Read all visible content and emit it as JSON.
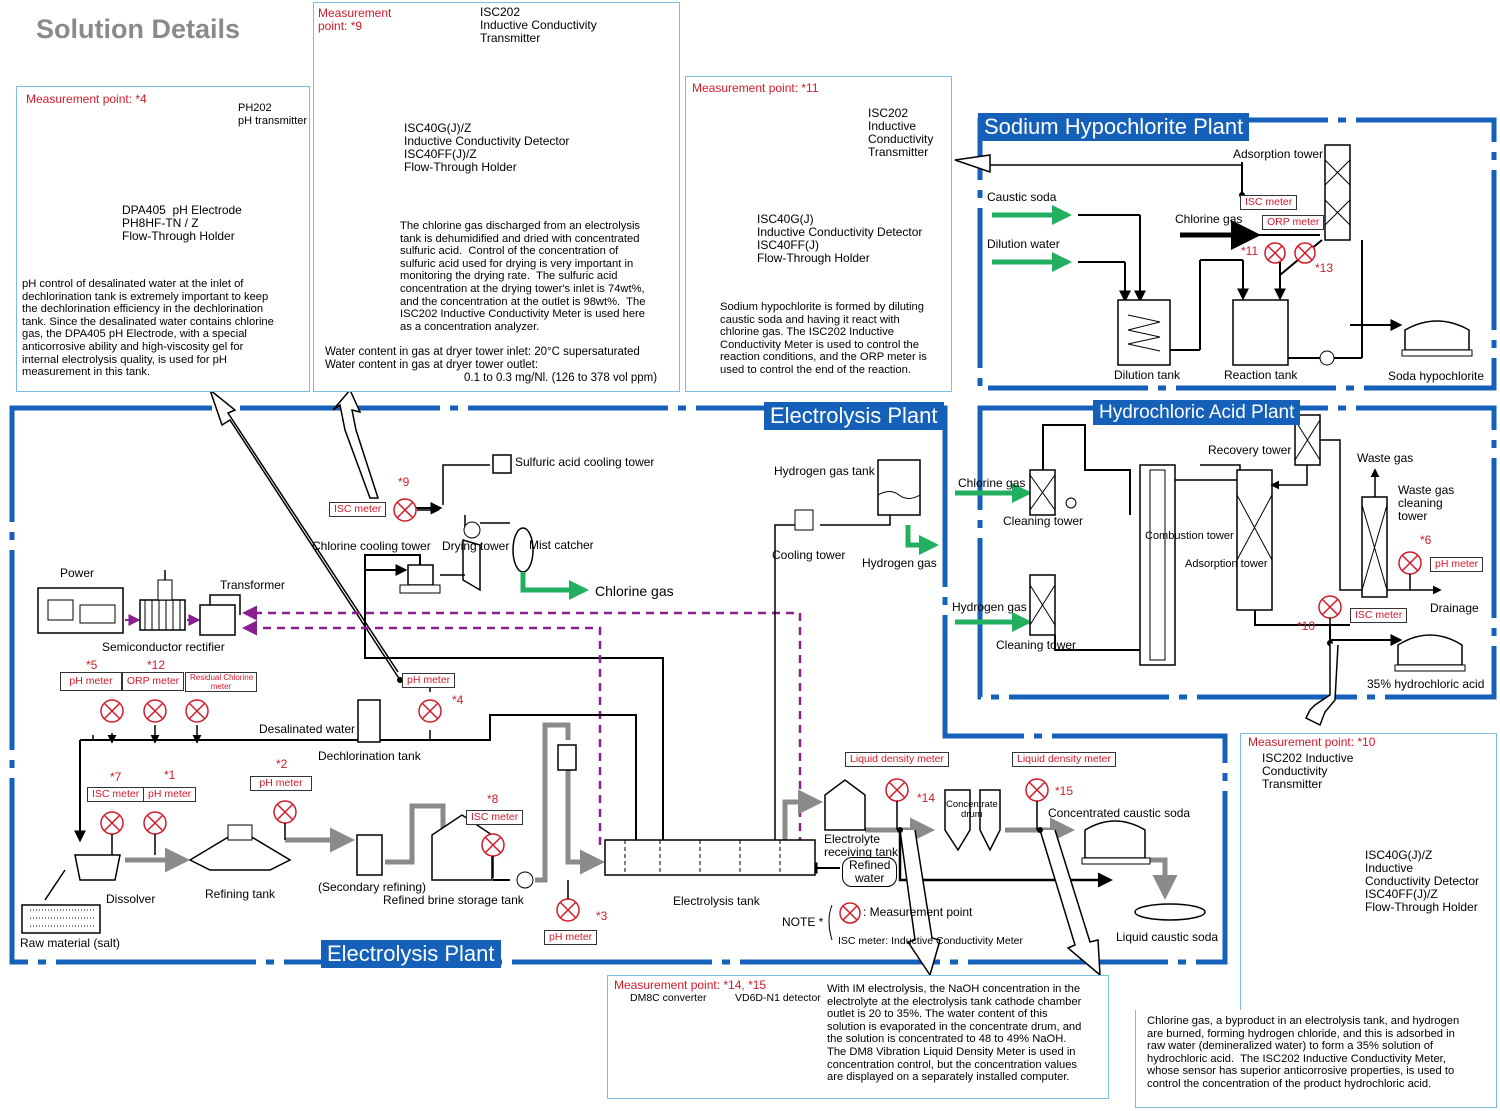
{
  "title": "Solution Details",
  "panels": {
    "mp4": {
      "heading": "Measurement point: *4",
      "transmitter": "PH202\npH transmitter",
      "electrode": "DPA405  pH Electrode\nPH8HF-TN / Z\nFlow-Through Holder",
      "text": "pH control of desalinated water at the inlet of\ndechlorination tank is extremely important to keep\nthe dechlorination efficiency in the dechlorination\ntank. Since the desalinated water contains chlorine\ngas, the DPA405 pH Electrode, with a special\nanticorrosive ability and high-viscosity gel for\ninternal electrolysis quality, is used for pH\nmeasurement in this tank."
    },
    "mp9": {
      "heading": "Measurement\npoint: *9",
      "transmitter": "ISC202\nInductive Conductivity\nTransmitter",
      "detector": "ISC40G(J)/Z\nInductive Conductivity Detector\nISC40FF(J)/Z\nFlow-Through Holder",
      "text": "The chlorine gas discharged from an electrolysis\ntank is dehumidified and dried with concentrated\nsulfuric acid.  Control of the concentration of\nsulfuric acid used for drying is very important in\nmonitoring the drying rate.  The sulfuric acid\nconcentration at the drying tower's inlet is 74wt%,\nand the concentration at the outlet is 98wt%.  The\nISC202 Inductive Conductivity Meter is used here\nas a concentration analyzer.",
      "water_inlet": "Water content in gas at dryer tower inlet: 20°C supersaturated",
      "water_outlet": "Water content in gas at dryer tower outlet:",
      "water_outlet_value": "0.1 to 0.3 mg/Nl. (126 to 378 vol ppm)"
    },
    "mp11": {
      "heading": "Measurement point: *11",
      "transmitter": "ISC202\nInductive\nConductivity\nTransmitter",
      "detector": "ISC40G(J)\nInductive Conductivity Detector\nISC40FF(J)\nFlow-Through Holder",
      "text": "Sodium hypochlorite is formed by diluting\ncaustic soda and having it react with\nchlorine gas. The ISC202 Inductive\nConductivity Meter is used to control the\nreaction conditions, and the ORP meter is\nused to control the end of the reaction."
    },
    "mp10": {
      "heading": "Measurement point: *10",
      "transmitter": "ISC202 Inductive\nConductivity\nTransmitter",
      "detector": "ISC40G(J)/Z\nInductive\nConductivity Detector\nISC40FF(J)/Z\nFlow-Through Holder",
      "text": "Chlorine gas, a byproduct in an electrolysis tank, and hydrogen\nare burned, forming hydrogen chloride, and this is adsorbed in\nraw water (demineralized water) to form a 35% solution of\nhydrochloric acid.  The ISC202 Inductive Conductivity Meter,\nwhose sensor has superior anticorrosive properties, is used to\ncontrol the concentration of the product hydrochloric acid."
    },
    "mp14": {
      "heading": "Measurement point: *14, *15",
      "converter": "DM8C converter",
      "detector": "VD6D-N1 detector",
      "text": "With IM electrolysis, the NaOH concentration in the\nelectrolyte at the electrolysis tank cathode chamber\noutlet is 20 to 35%. The water content of this\nsolution is evaporated in the concentrate drum, and\nthe solution is concentrated to 48 to 49% NaOH.\nThe DM8 Vibration Liquid Density Meter is used in\nconcentration control, but the concentration values\nare displayed on a separately installed computer."
    }
  },
  "plants": {
    "hypo": "Sodium Hypochlorite Plant",
    "hcl": "Hydrochloric Acid Plant",
    "electro_top": "Electrolysis Plant",
    "electro_bottom": "Electrolysis Plant"
  },
  "hypo": {
    "caustic": "Caustic soda",
    "dilution_water": "Dilution water",
    "chlorine_gas": "Chlorine gas",
    "adsorption_tower": "Adsorption tower",
    "isc": "ISC meter",
    "orp": "ORP meter",
    "p11": "*11",
    "p13": "*13",
    "dilution_tank": "Dilution tank",
    "reaction_tank": "Reaction tank",
    "soda_hypo": "Soda hypochlorite"
  },
  "hcl": {
    "chlorine_gas": "Chlorine gas",
    "hydrogen_gas": "Hydrogen gas",
    "cleaning_tower1": "Cleaning tower",
    "cleaning_tower2": "Cleaning tower",
    "recovery_tower": "Recovery tower",
    "combustion_tower": "Combustion tower",
    "adsorption_tower": "Adsorption tower",
    "waste_gas": "Waste gas",
    "waste_gas_cleaning": "Waste gas\ncleaning\ntower",
    "p6": "*6",
    "ph": "pH meter",
    "isc": "ISC meter",
    "p10": "*10",
    "drainage": "Drainage",
    "hcl35": "35% hydrochloric acid"
  },
  "electro": {
    "sulfuric_cooling": "Sulfuric acid cooling tower",
    "p9": "*9",
    "isc9": "ISC meter",
    "chlorine_cooling": "Chlorine cooling tower",
    "drying_tower": "Drying tower",
    "mist_catcher": "Mist catcher",
    "chlorine_gas": "Chlorine gas",
    "power": "Power",
    "transformer": "Transformer",
    "rectifier": "Semiconductor rectifier",
    "p5": "*5",
    "p12": "*12",
    "ph5": "pH meter",
    "orp12": "ORP meter",
    "residual": "Residual Chlorine\nmeter",
    "ph4": "pH meter",
    "p4": "*4",
    "desal_water": "Desalinated water",
    "dechlor_tank": "Dechlorination tank",
    "p7": "*7",
    "p1": "*1",
    "isc7": "ISC meter",
    "ph1": "pH meter",
    "p2": "*2",
    "ph2": "pH meter",
    "p8": "*8",
    "isc8": "ISC meter",
    "dissolver": "Dissolver",
    "refining_tank": "Refining tank",
    "secondary": "(Secondary refining)",
    "brine_storage": "Refined brine storage tank",
    "raw_material": "Raw material (salt)",
    "p3": "*3",
    "ph3": "pH meter",
    "electrolysis_tank": "Electrolysis tank",
    "hydrogen_tank": "Hydrogen gas tank",
    "cooling_tower": "Cooling tower",
    "hydrogen_gas": "Hydrogen gas",
    "ld14": "Liquid density meter",
    "ld15": "Liquid density meter",
    "p14": "*14",
    "p15": "*15",
    "electrolyte_receiving": "Electrolyte\nreceiving tank",
    "concentrate_drum": "Concentrate\ndrum",
    "concentrated_caustic": "Concentrated caustic soda",
    "refined_water": "Refined\nwater",
    "liquid_caustic": "Liquid caustic soda",
    "note": "NOTE *",
    "note_mp": ": Measurement point",
    "note_isc": "ISC meter: Inductive Conductivity Meter"
  }
}
